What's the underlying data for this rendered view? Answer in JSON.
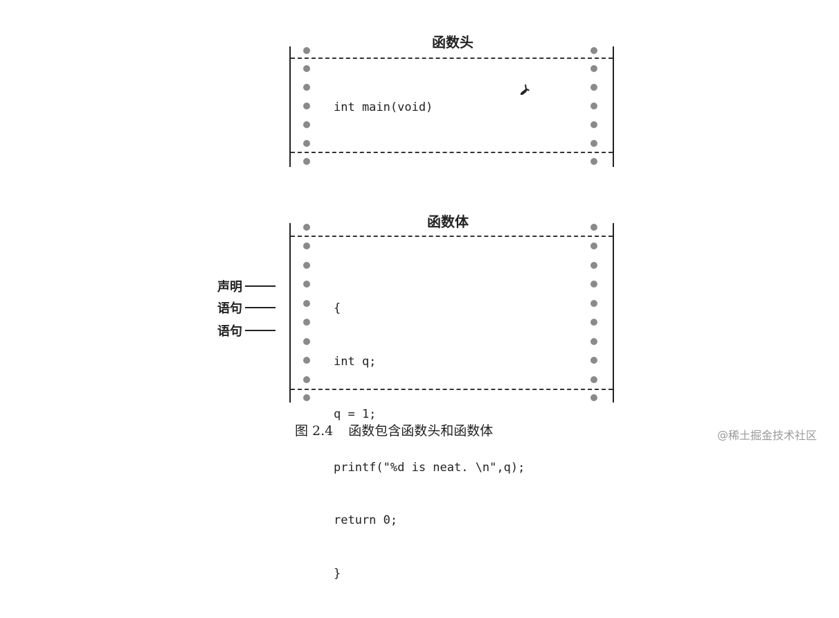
{
  "head_panel": {
    "title": "函数头",
    "code": "int main(void)"
  },
  "body_panel": {
    "title": "函数体",
    "code_lines": [
      "{",
      "int q;",
      "q = 1;",
      "printf(\"%d is neat. \\n\",q);",
      "return 0;",
      "}"
    ]
  },
  "callouts": [
    "声明",
    "语句",
    "语句"
  ],
  "caption": {
    "number": "图 2.4",
    "text": "函数包含函数头和函数体"
  },
  "watermark": {
    "at": "@",
    "text": "稀土掘金技术社区"
  }
}
